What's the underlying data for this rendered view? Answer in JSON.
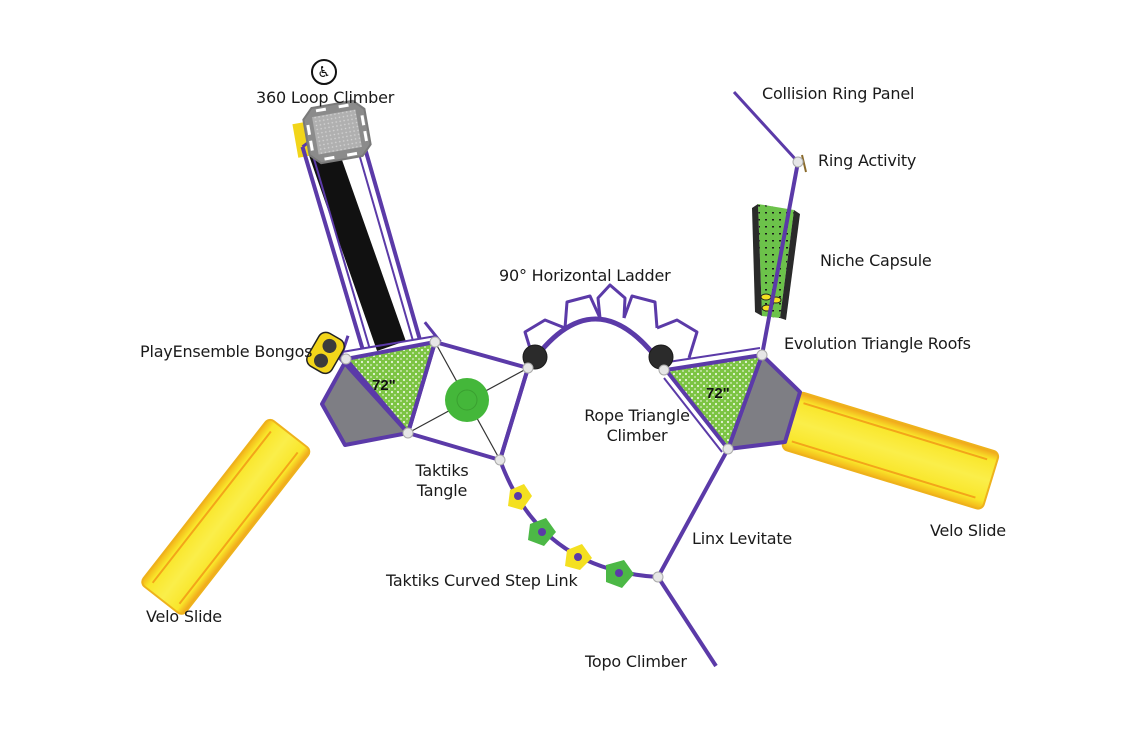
{
  "diagram": {
    "title": "Playground structure plan view",
    "colors": {
      "frame": "#5b3aa8",
      "deck_green": "#7cc443",
      "deck_gray": "#7f7f85",
      "slide_yellow": "#f6dd1c",
      "slide_edge": "#f0a81a",
      "loop_black": "#1a1a1a",
      "panel_gray": "#a6a6a6",
      "tangle_green": "#44b73a",
      "step_yellow": "#f4e020",
      "step_green": "#4cb846",
      "node_white": "#e6e6e6"
    },
    "accessibility_icon": "wheelchair-accessible-icon",
    "deck_heights": [
      "72\"",
      "72\""
    ],
    "labels": {
      "loop_climber": "360 Loop Climber",
      "bongos": "PlayEnsemble Bongos",
      "horizontal_ladder": "90° Horizontal Ladder",
      "collision_ring": "Collision Ring Panel",
      "ring_activity": "Ring Activity",
      "niche_capsule": "Niche Capsule",
      "roofs": "Evolution Triangle Roofs",
      "rope_climber_1": "Rope Triangle",
      "rope_climber_2": "Climber",
      "tangle_1": "Taktiks",
      "tangle_2": "Tangle",
      "curved_step": "Taktiks Curved Step Link",
      "linx": "Linx Levitate",
      "topo": "Topo Climber",
      "slide_left": "Velo Slide",
      "slide_right": "Velo Slide"
    }
  }
}
